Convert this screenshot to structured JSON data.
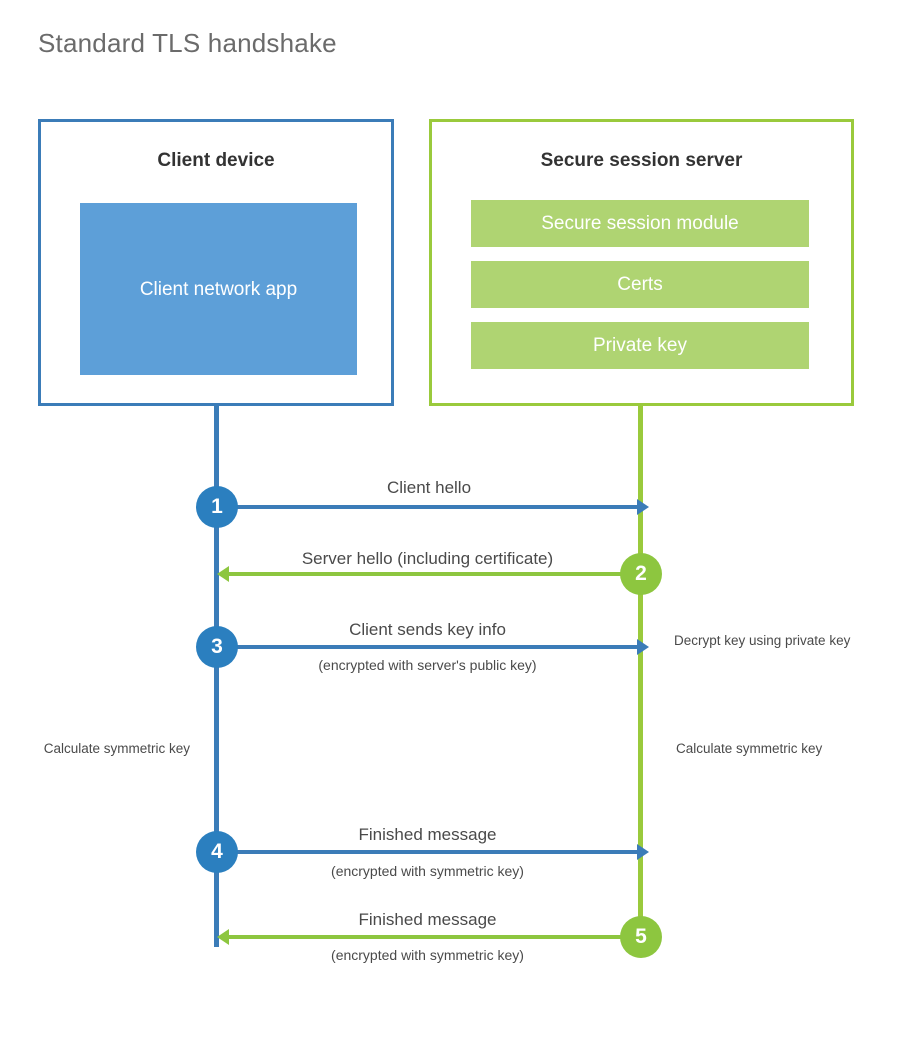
{
  "page": {
    "title": "Standard TLS handshake"
  },
  "colors": {
    "client_border": "#3b7cb8",
    "client_fill": "#5d9fd8",
    "server_border": "#9aca3c",
    "server_fill": "#afd472",
    "client_accent": "#2b7fbf",
    "server_accent": "#8dc63f",
    "text": "#4a4a4a",
    "title_text": "#6b6b6b"
  },
  "parties": {
    "client": {
      "title": "Client device",
      "app_label": "Client network app"
    },
    "server": {
      "title": "Secure session server",
      "modules": [
        "Secure session module",
        "Certs",
        "Private key"
      ]
    }
  },
  "steps": [
    {
      "number": "1",
      "label": "Client hello",
      "sub": "",
      "direction": "client-to-server",
      "color": "blue"
    },
    {
      "number": "2",
      "label": "Server hello (including certificate)",
      "sub": "",
      "direction": "server-to-client",
      "color": "green"
    },
    {
      "number": "3",
      "label": "Client sends key info",
      "sub": "(encrypted with server's public key)",
      "direction": "client-to-server",
      "color": "blue"
    },
    {
      "number": "4",
      "label": "Finished message",
      "sub": "(encrypted with symmetric key)",
      "direction": "client-to-server",
      "color": "blue"
    },
    {
      "number": "5",
      "label": "Finished message",
      "sub": "(encrypted with symmetric key)",
      "direction": "server-to-client",
      "color": "green"
    }
  ],
  "annotations": {
    "decrypt_note": "Decrypt key using private key",
    "client_calc_note": "Calculate symmetric key",
    "server_calc_note": "Calculate symmetric key"
  }
}
